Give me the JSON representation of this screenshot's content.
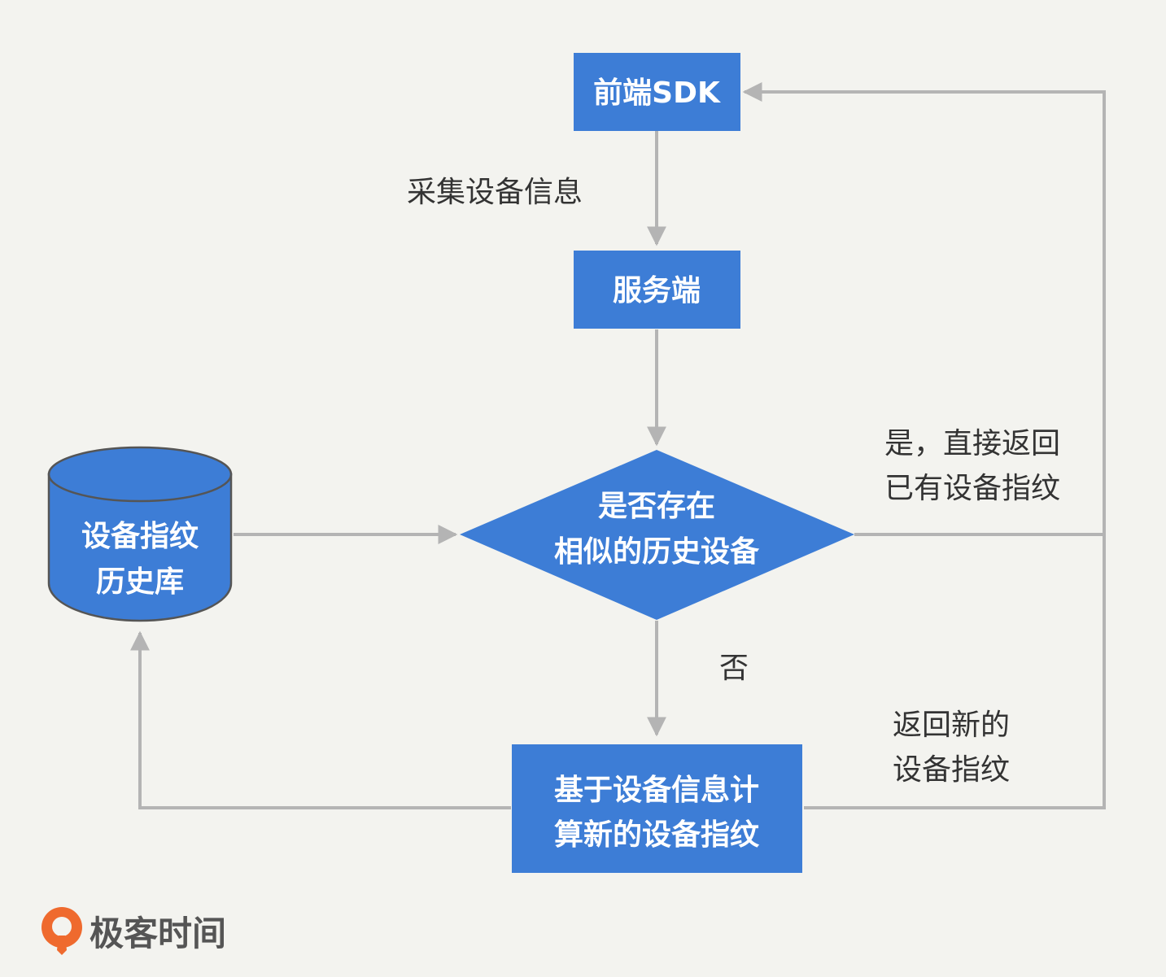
{
  "colors": {
    "background": "#f3f3ef",
    "node_fill": "#3d7dd6",
    "node_text": "#ffffff",
    "edge": "#b4b4b4",
    "label_text": "#333333",
    "brand_orange": "#ef6a2e",
    "brand_text": "#555555"
  },
  "nodes": {
    "sdk": {
      "label": "前端SDK"
    },
    "server": {
      "label": "服务端"
    },
    "decision": {
      "line1": "是否存在",
      "line2": "相似的历史设备"
    },
    "compute": {
      "line1": "基于设备信息计",
      "line2": "算新的设备指纹"
    },
    "db": {
      "line1": "设备指纹",
      "line2": "历史库"
    }
  },
  "edge_labels": {
    "collect": "采集设备信息",
    "yes_line1": "是，直接返回",
    "yes_line2": "已有设备指纹",
    "no": "否",
    "new_line1": "返回新的",
    "new_line2": "设备指纹"
  },
  "brand": {
    "name": "极客时间",
    "icon": "geektime-logo-icon"
  }
}
